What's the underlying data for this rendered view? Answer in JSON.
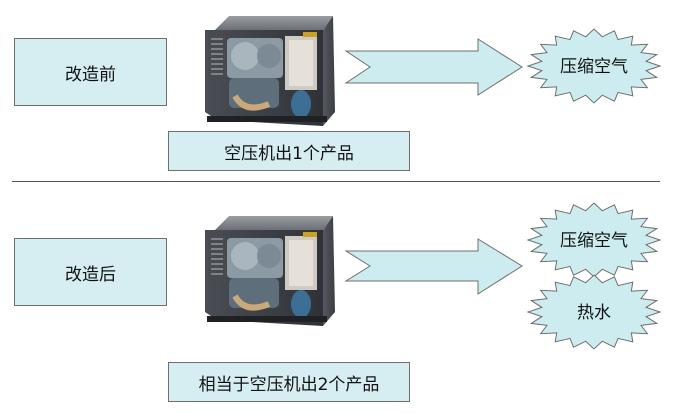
{
  "diagram": {
    "before": {
      "label": "改造前",
      "caption": "空压机出1个产品",
      "outputs": [
        "压缩空气"
      ]
    },
    "after": {
      "label": "改造后",
      "caption": "相当于空压机出2个产品",
      "outputs": [
        "压缩空气",
        "热水"
      ]
    },
    "colors": {
      "box_fill": "#d6eef1",
      "arrow_fill": "#ccecef",
      "burst_fill": "#ccecef",
      "border": "#6f6f6f"
    },
    "icons": [
      "air-compressor-icon"
    ]
  }
}
